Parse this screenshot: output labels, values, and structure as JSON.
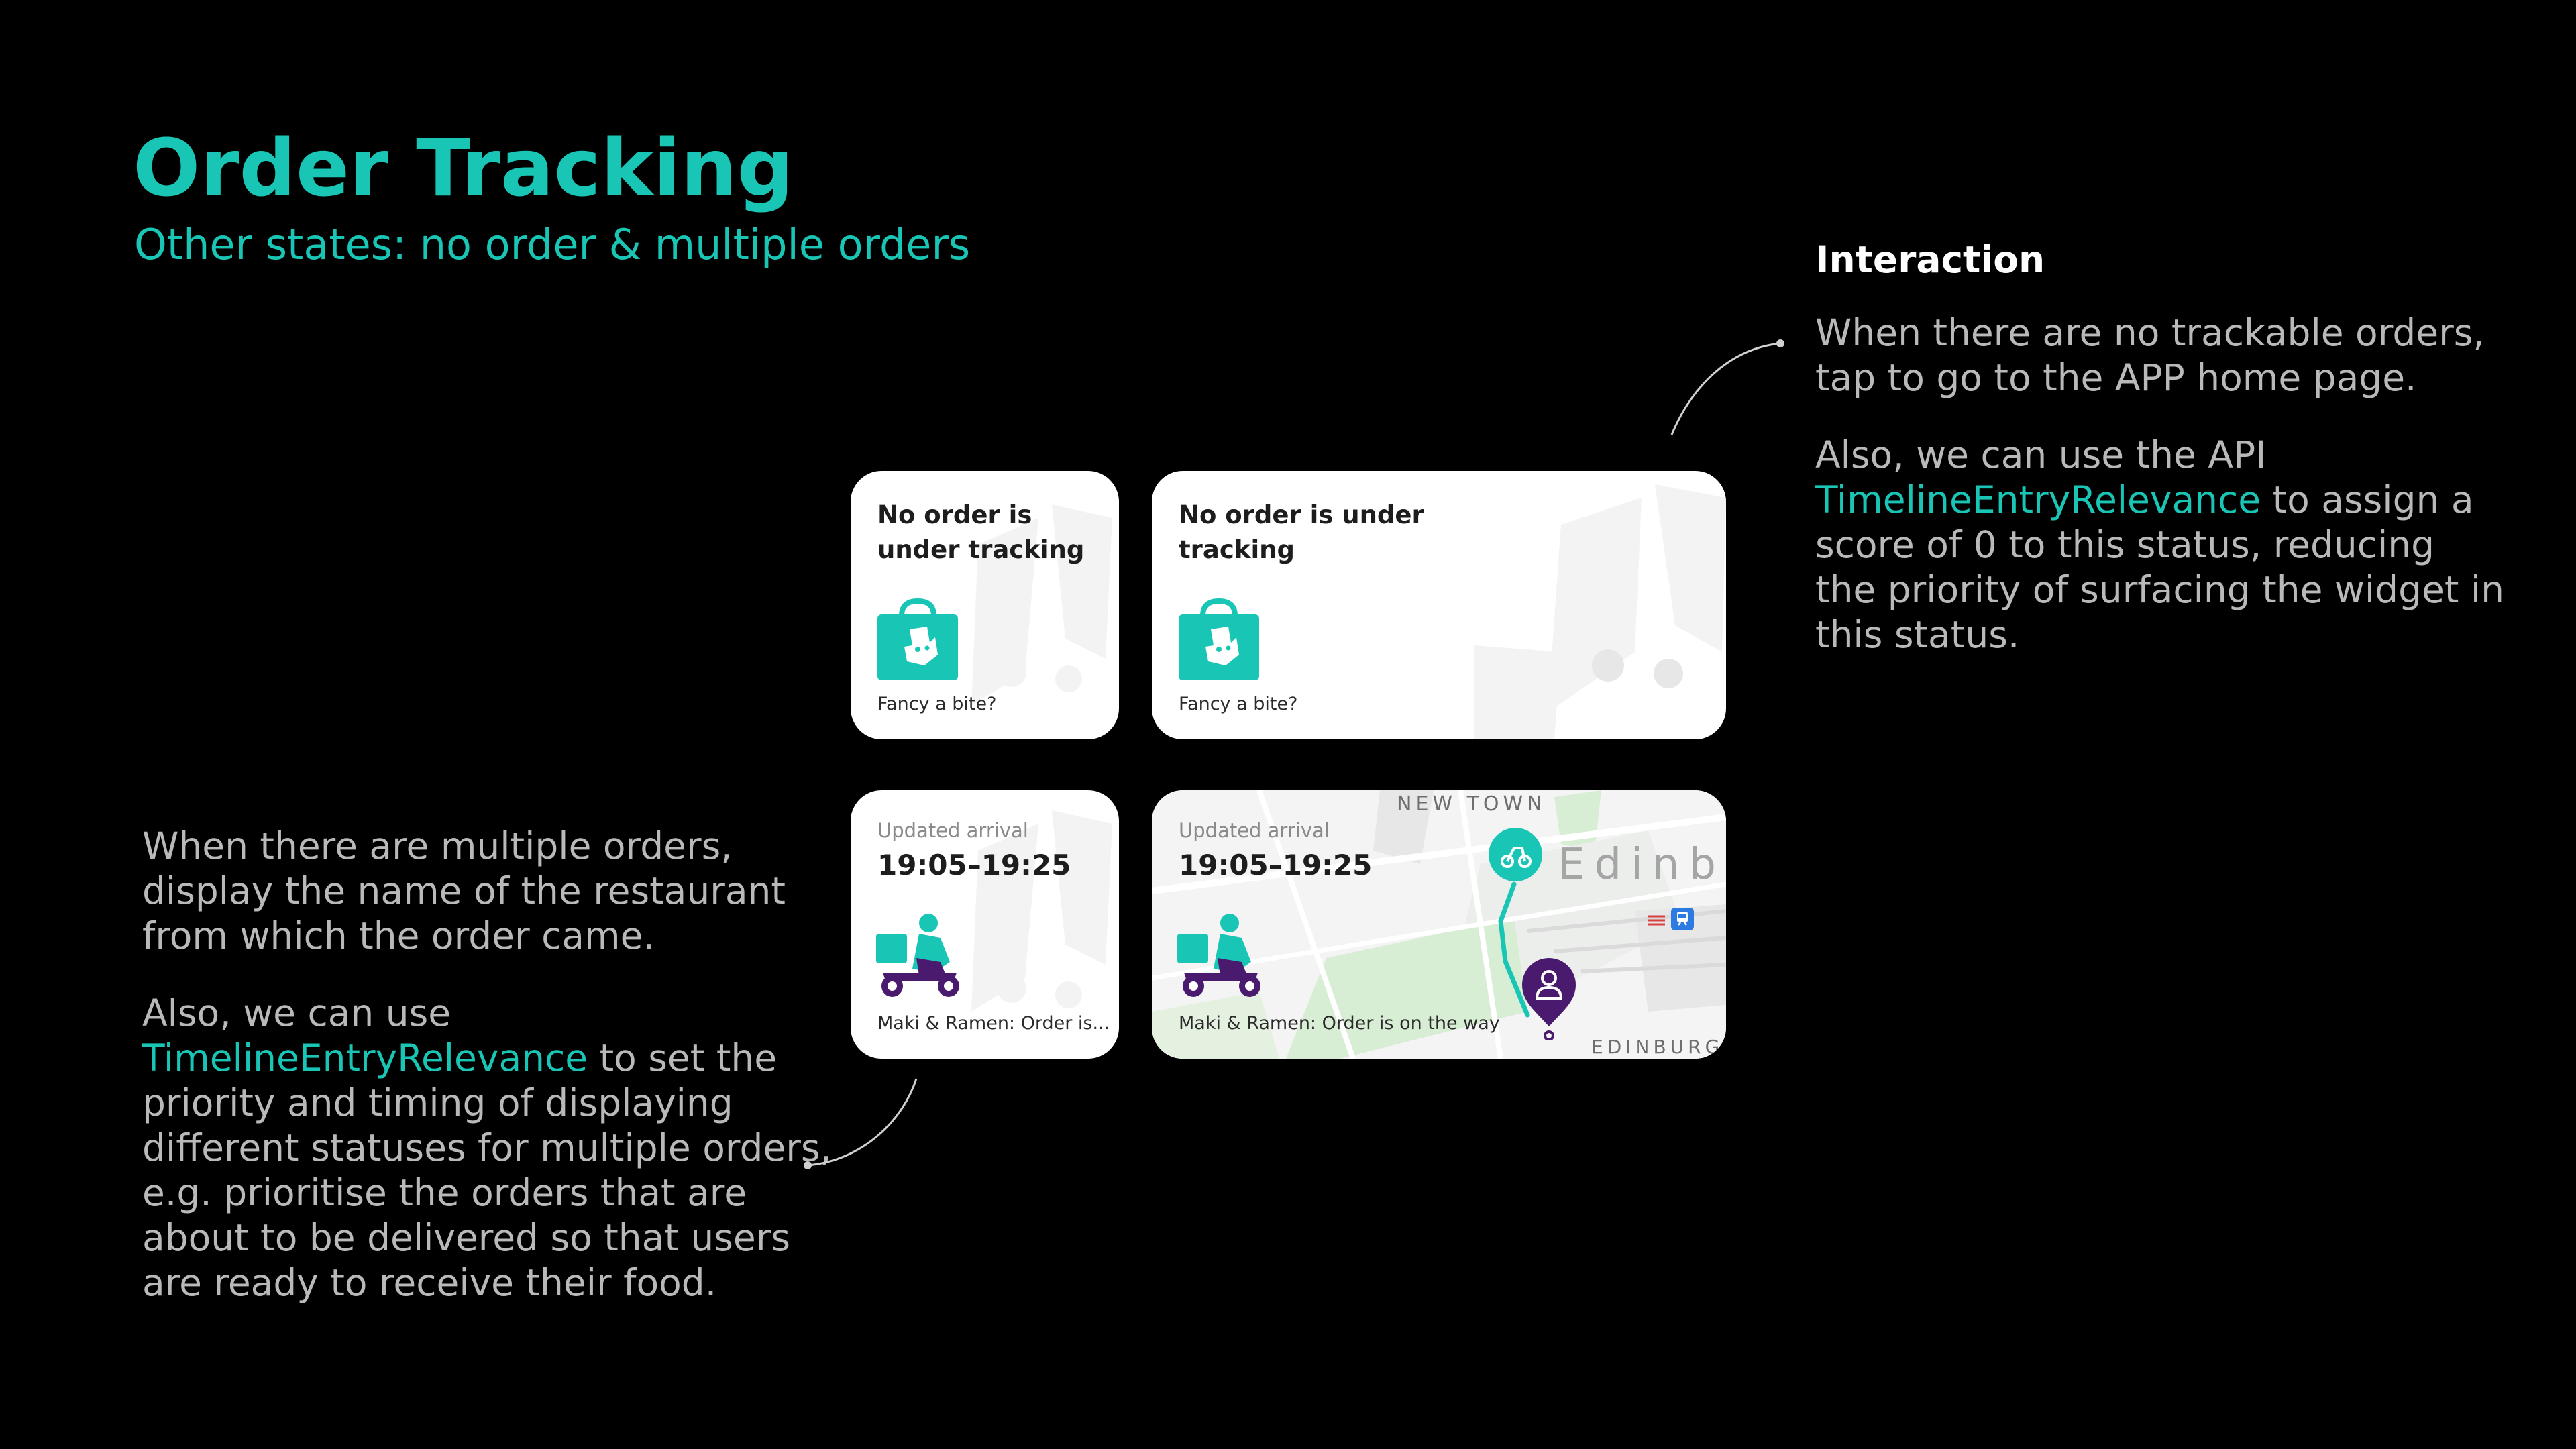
{
  "header": {
    "title": "Order Tracking",
    "subtitle": "Other states: no order & multiple orders"
  },
  "interaction_note": {
    "heading": "Interaction",
    "paragraph1": "When there are no trackable orders, tap to go to the APP home page.",
    "paragraph2_prefix": "Also, we can use the API",
    "paragraph2_highlight": "TimelineEntryRelevance",
    "paragraph2_suffix": "to assign a score of 0 to this status, reducing the priority of surfacing the widget in this status."
  },
  "multiple_orders_note": {
    "paragraph1": "When there are multiple orders, display the name of the restaurant from which the order came.",
    "paragraph2_prefix": "Also, we can use",
    "paragraph2_highlight": "TimelineEntryRelevance",
    "paragraph2_suffix": "to set the priority and timing of displaying different statuses for multiple orders, e.g. prioritise the orders that are about to be delivered so that users are ready to receive their food."
  },
  "widgets": {
    "no_order_small": {
      "heading": "No order is under tracking",
      "footer": "Fancy a bite?"
    },
    "no_order_medium": {
      "heading": "No order is under tracking",
      "footer": "Fancy a bite?"
    },
    "multi_small": {
      "label": "Updated arrival",
      "time": "19:05–19:25",
      "footer": "Maki & Ramen: Order is..."
    },
    "multi_medium": {
      "label": "Updated arrival",
      "time": "19:05–19:25",
      "footer": "Maki & Ramen: Order is on the way",
      "map": {
        "district": "NEW TOWN",
        "city": "Edinb",
        "city_bottom": "EDINBURG"
      }
    }
  },
  "colors": {
    "accent": "#19c6b6",
    "background": "#000000",
    "body_text": "#b9b9b9",
    "courier_purple": "#4a1a6e",
    "map_green": "#d8eed4"
  },
  "icons": {
    "bag": "deliveroo-bag-icon",
    "rider": "delivery-rider-icon",
    "courier_pin": "courier-pin-icon",
    "home_pin": "home-pin-icon",
    "station": "train-station-icon"
  }
}
